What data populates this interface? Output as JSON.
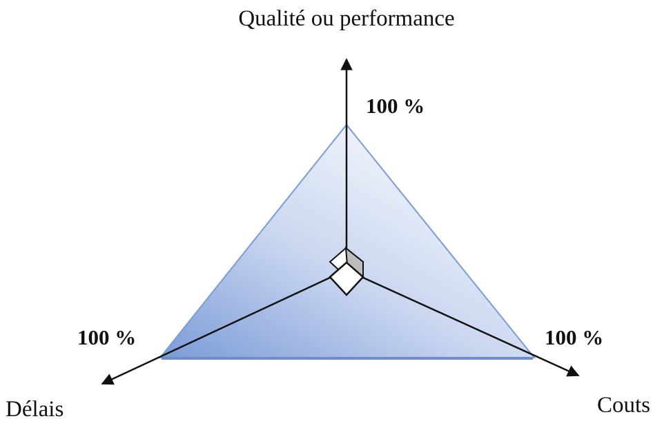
{
  "axes": {
    "top": {
      "title": "Qualité ou performance",
      "value_label": "100 %"
    },
    "left": {
      "title": "Délais",
      "value_label": "100 %"
    },
    "right": {
      "title": "Couts",
      "value_label": "100 %"
    }
  },
  "colors": {
    "triangle_edge": "#7a9ad8",
    "triangle_fill_light": "#eef2fa",
    "triangle_fill_dark": "#8ea8dc",
    "axis": "#111111",
    "cube_side": "#bfbfbf",
    "cube_face": "#ffffff"
  }
}
